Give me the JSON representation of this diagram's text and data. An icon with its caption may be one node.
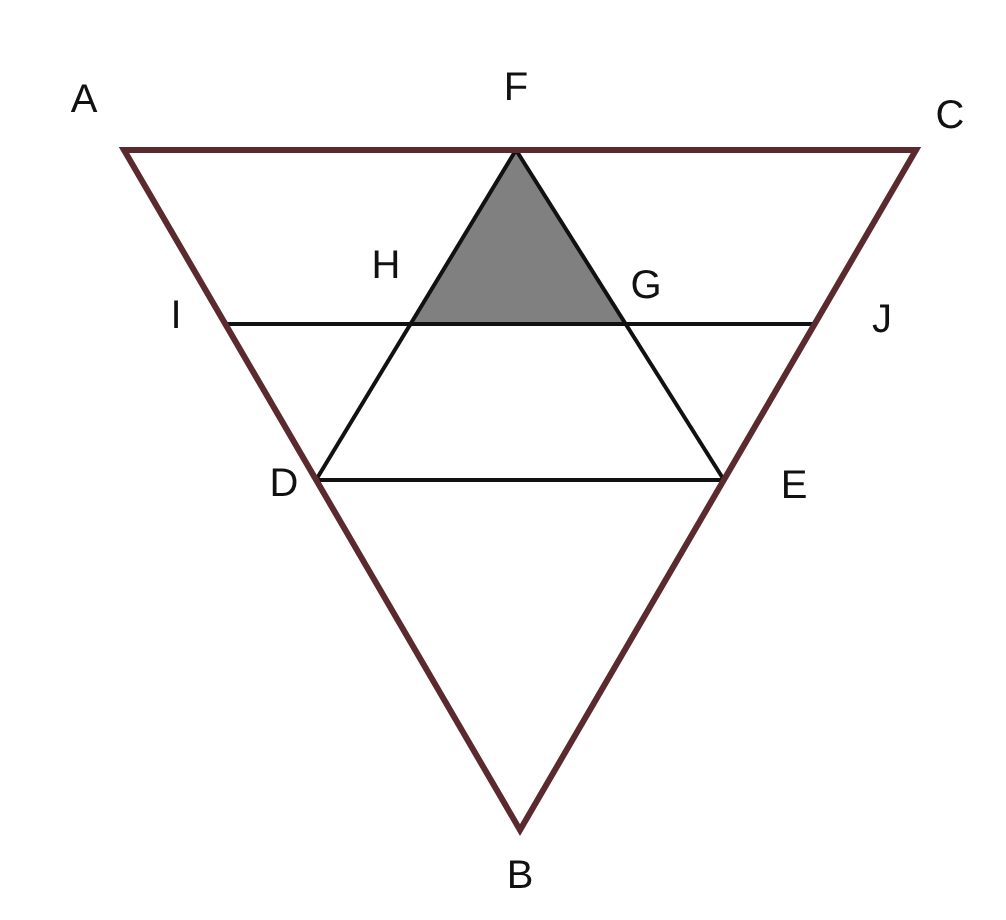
{
  "diagram": {
    "labels": [
      "A",
      "F",
      "C",
      "H",
      "G",
      "I",
      "J",
      "D",
      "E",
      "B"
    ]
  }
}
